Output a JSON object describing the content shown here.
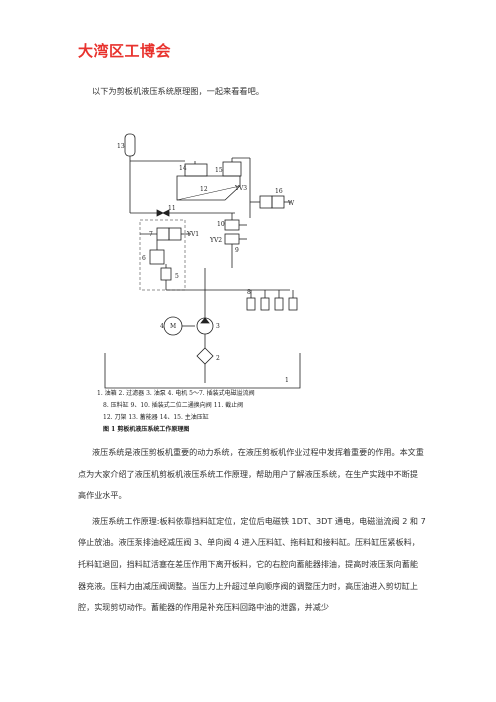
{
  "brand": "大湾区工博会",
  "intro": "以下为剪板机液压系统原理图，一起来看看吧。",
  "figure": {
    "labels": {
      "n1": "1",
      "n2": "2",
      "n3": "3",
      "n4": "4",
      "n5": "5",
      "n6": "6",
      "n7": "7",
      "n8": "8",
      "n9": "9",
      "n10": "10",
      "n11": "11",
      "n12": "12",
      "n13": "13",
      "n14": "14",
      "n15": "15",
      "n16": "16",
      "yv1": "YV1",
      "yv2": "YV2",
      "yv3": "YV3",
      "motor": "M",
      "w": "W"
    },
    "legend": [
      "1. 油箱   2. 过滤器   3. 油泵   4. 电机   5～7. 插装式电磁溢流阀",
      "8. 压料缸   9、10. 插装式二位二通换向阀   11. 截止阀",
      "12. 刀架   13. 蓄能器   14、15. 主油压缸"
    ],
    "caption": "图 1    剪板机液压系统工作原理图"
  },
  "paragraphs": [
    "液压系统是液压剪板机重要的动力系统，在液压剪板机作业过程中发挥着重要的作用。本文重点为大家介绍了液压机剪板机液压系统工作原理，帮助用户了解液压系统，在生产实践中不断提高作业水平。",
    "液压系统工作原理:板料依靠挡料缸定位，定位后电磁铁 1DT、3DT 通电，电磁溢流阀 2 和 7 停止放油。液压泵排油经减压阀 3、单向阀 4 进入压料缸、拖料缸和接料缸。压料缸压紧板料，托料缸退回，挡料缸活塞在差压作用下离开板料，它的右腔向蓄能器排油，提高时液压泵向蓄能器充液。压料力由减压阀调整。当压力上升超过单向顺序阀的调整压力时，高压油进入剪切缸上腔，实现剪切动作。蓄能器的作用是补充压料回路中油的泄露，并减少"
  ]
}
